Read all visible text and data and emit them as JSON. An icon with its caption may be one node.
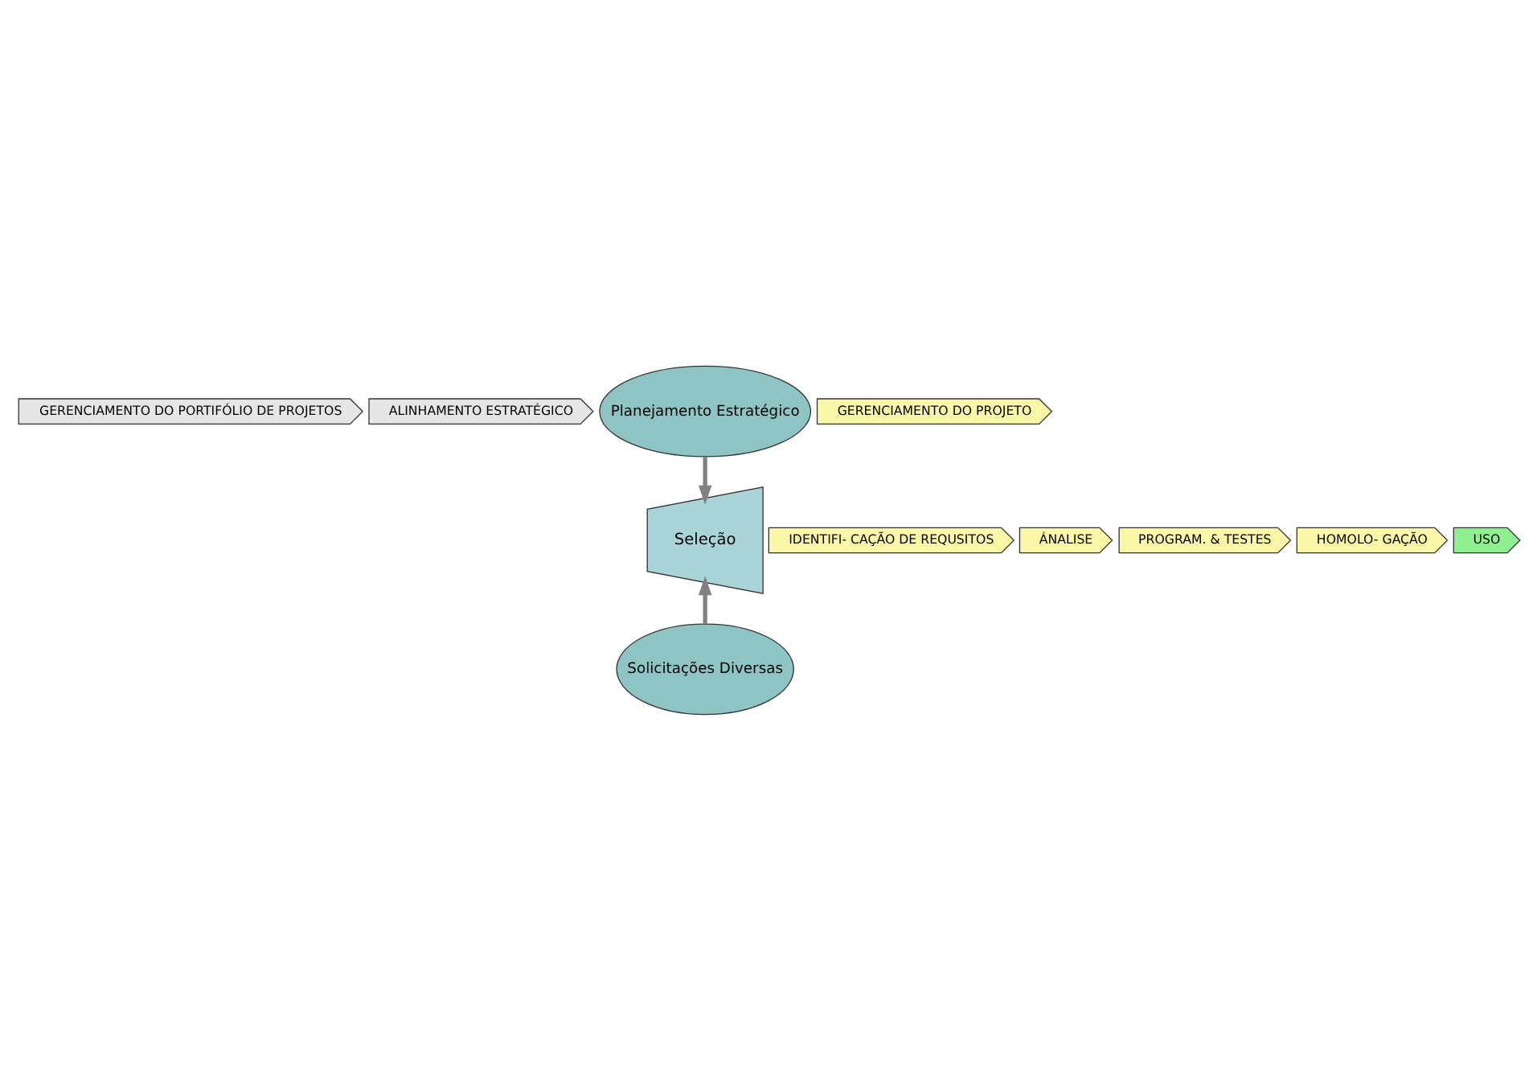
{
  "diagram": {
    "nodes": [
      {
        "text": [
          "GERENCIAMENTO DO PORTIFÓLIO DE PROJETOS"
        ]
      },
      {
        "text": [
          "ALINHAMENTO ESTRATÉGICO"
        ]
      },
      {
        "text": [
          "Planejamento Estratégico"
        ]
      },
      {
        "text": [
          "GERENCIAMENTO DO PROJETO"
        ]
      },
      {
        "text": [
          "Seleção"
        ]
      },
      {
        "text": [
          "IDENTIFI- CAÇÃO DE REQUSITOS"
        ]
      },
      {
        "text": [
          "ÁNALISE"
        ]
      },
      {
        "text": [
          "PROGRAM. & TESTES"
        ]
      },
      {
        "text": [
          "HOMOLO- GAÇÃO"
        ]
      },
      {
        "text": [
          "USO"
        ]
      },
      {
        "text": [
          "Solicitações Diversas"
        ]
      }
    ],
    "edges": [
      {
        "from": 2,
        "to": 4,
        "arrow": "to"
      },
      {
        "from": 10,
        "to": 4,
        "arrow": "to"
      }
    ]
  }
}
